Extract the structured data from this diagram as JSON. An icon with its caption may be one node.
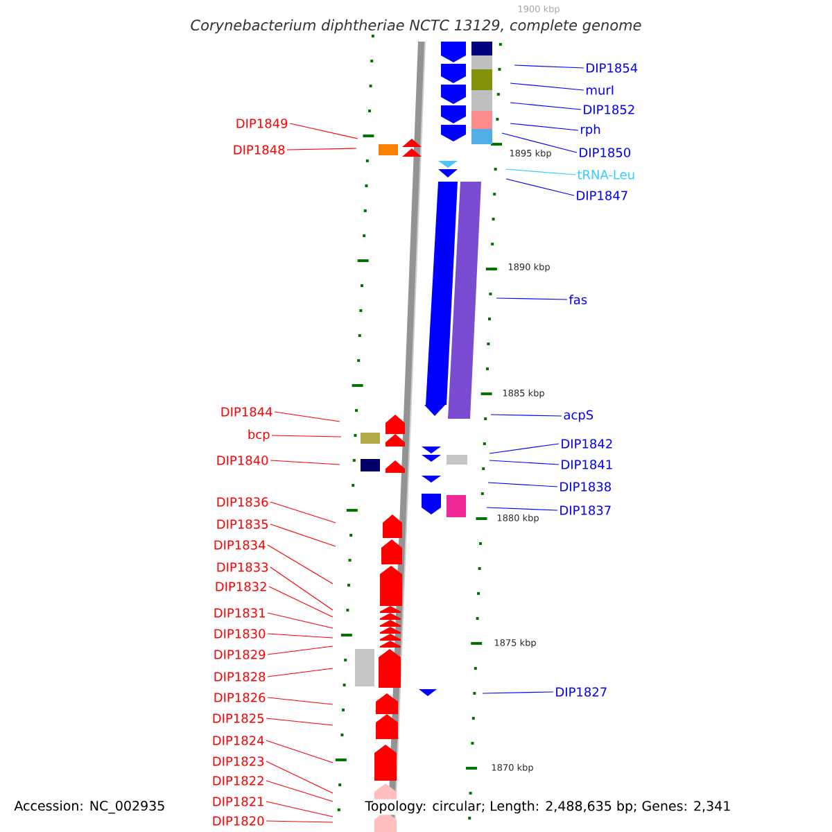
{
  "diagram": {
    "title": "Corynebacterium diphtheriae NCTC 13129, complete genome",
    "nodes": [
      {
        "text": [
          "DIP1854"
        ]
      },
      {
        "text": [
          "murI"
        ]
      },
      {
        "text": [
          "DIP1852"
        ]
      },
      {
        "text": [
          "DIP1849"
        ]
      },
      {
        "text": [
          "rph"
        ]
      },
      {
        "text": [
          "DIP1848"
        ]
      },
      {
        "text": [
          "DIP1850"
        ]
      },
      {
        "text": [
          "tRNA-Leu"
        ]
      },
      {
        "text": [
          "DIP1847"
        ]
      },
      {
        "text": [
          "fas"
        ]
      },
      {
        "text": [
          "DIP1844"
        ]
      },
      {
        "text": [
          "acpS"
        ]
      },
      {
        "text": [
          "bcp"
        ]
      },
      {
        "text": [
          "DIP1842"
        ]
      },
      {
        "text": [
          "DIP1840"
        ]
      },
      {
        "text": [
          "DIP1841"
        ]
      },
      {
        "text": [
          "DIP1838"
        ]
      },
      {
        "text": [
          "DIP1836"
        ]
      },
      {
        "text": [
          "DIP1837"
        ]
      },
      {
        "text": [
          "DIP1835"
        ]
      },
      {
        "text": [
          "DIP1834"
        ]
      },
      {
        "text": [
          "DIP1833"
        ]
      },
      {
        "text": [
          "DIP1832"
        ]
      },
      {
        "text": [
          "DIP1831"
        ]
      },
      {
        "text": [
          "DIP1830"
        ]
      },
      {
        "text": [
          "DIP1829"
        ]
      },
      {
        "text": [
          "DIP1828"
        ]
      },
      {
        "text": [
          "DIP1827"
        ]
      },
      {
        "text": [
          "DIP1826"
        ]
      },
      {
        "text": [
          "DIP1825"
        ]
      },
      {
        "text": [
          "DIP1824"
        ]
      },
      {
        "text": [
          "DIP1823"
        ]
      },
      {
        "text": [
          "DIP1822"
        ]
      },
      {
        "text": [
          "DIP1821"
        ]
      },
      {
        "text": [
          "DIP1820"
        ]
      }
    ],
    "edges": [
      {
        "from": 0,
        "to": null,
        "arrow": "none",
        "color": "#0000ff"
      },
      {
        "from": 1,
        "to": null,
        "arrow": "none",
        "color": "#0000ff"
      },
      {
        "from": 2,
        "to": null,
        "arrow": "none",
        "color": "#0000ff"
      },
      {
        "from": 3,
        "to": null,
        "arrow": "none"
      },
      {
        "from": 4,
        "to": null,
        "arrow": "none",
        "color": "#0000ff"
      },
      {
        "from": 5,
        "to": null,
        "arrow": "none"
      },
      {
        "from": 6,
        "to": null,
        "arrow": "none",
        "color": "#0000ff"
      },
      {
        "from": 7,
        "to": null,
        "arrow": "none",
        "color": "#33ccff"
      },
      {
        "from": 8,
        "to": null,
        "arrow": "none",
        "color": "#0000ff"
      },
      {
        "from": 9,
        "to": null,
        "arrow": "none",
        "color": "#0000ff"
      },
      {
        "from": 10,
        "to": null,
        "arrow": "none"
      },
      {
        "from": 11,
        "to": null,
        "arrow": "none",
        "color": "#0000ff"
      },
      {
        "from": 12,
        "to": null,
        "arrow": "none"
      },
      {
        "from": 13,
        "to": null,
        "arrow": "none",
        "color": "#0000ff"
      },
      {
        "from": 14,
        "to": null,
        "arrow": "none"
      },
      {
        "from": 15,
        "to": null,
        "arrow": "none",
        "color": "#0000ff"
      },
      {
        "from": 16,
        "to": null,
        "arrow": "none",
        "color": "#0000ff"
      },
      {
        "from": 17,
        "to": null,
        "arrow": "none"
      },
      {
        "from": 18,
        "to": null,
        "arrow": "none",
        "color": "#0000ff"
      },
      {
        "from": 19,
        "to": null,
        "arrow": "none"
      },
      {
        "from": 20,
        "to": null,
        "arrow": "none"
      },
      {
        "from": 21,
        "to": null,
        "arrow": "none"
      },
      {
        "from": 22,
        "to": null,
        "arrow": "none"
      },
      {
        "from": 23,
        "to": null,
        "arrow": "none"
      },
      {
        "from": 24,
        "to": null,
        "arrow": "none"
      },
      {
        "from": 25,
        "to": null,
        "arrow": "none"
      },
      {
        "from": 26,
        "to": null,
        "arrow": "none"
      },
      {
        "from": 27,
        "to": null,
        "arrow": "none",
        "color": "#0000ff"
      },
      {
        "from": 28,
        "to": null,
        "arrow": "none"
      },
      {
        "from": 29,
        "to": null,
        "arrow": "none"
      },
      {
        "from": 30,
        "to": null,
        "arrow": "none"
      },
      {
        "from": 31,
        "to": null,
        "arrow": "none"
      },
      {
        "from": 32,
        "to": null,
        "arrow": "none"
      },
      {
        "from": 33,
        "to": null,
        "arrow": "none"
      },
      {
        "from": 34,
        "to": null,
        "arrow": "none"
      }
    ],
    "labels": [
      "1900 kbp",
      "1895 kbp",
      "1890 kbp",
      "1885 kbp",
      "1880 kbp",
      "1875 kbp",
      "1870 kbp",
      "Accession: NC_002935",
      "Topology: circular; Length: 2,488,635 bp; Genes: 2,341"
    ]
  }
}
